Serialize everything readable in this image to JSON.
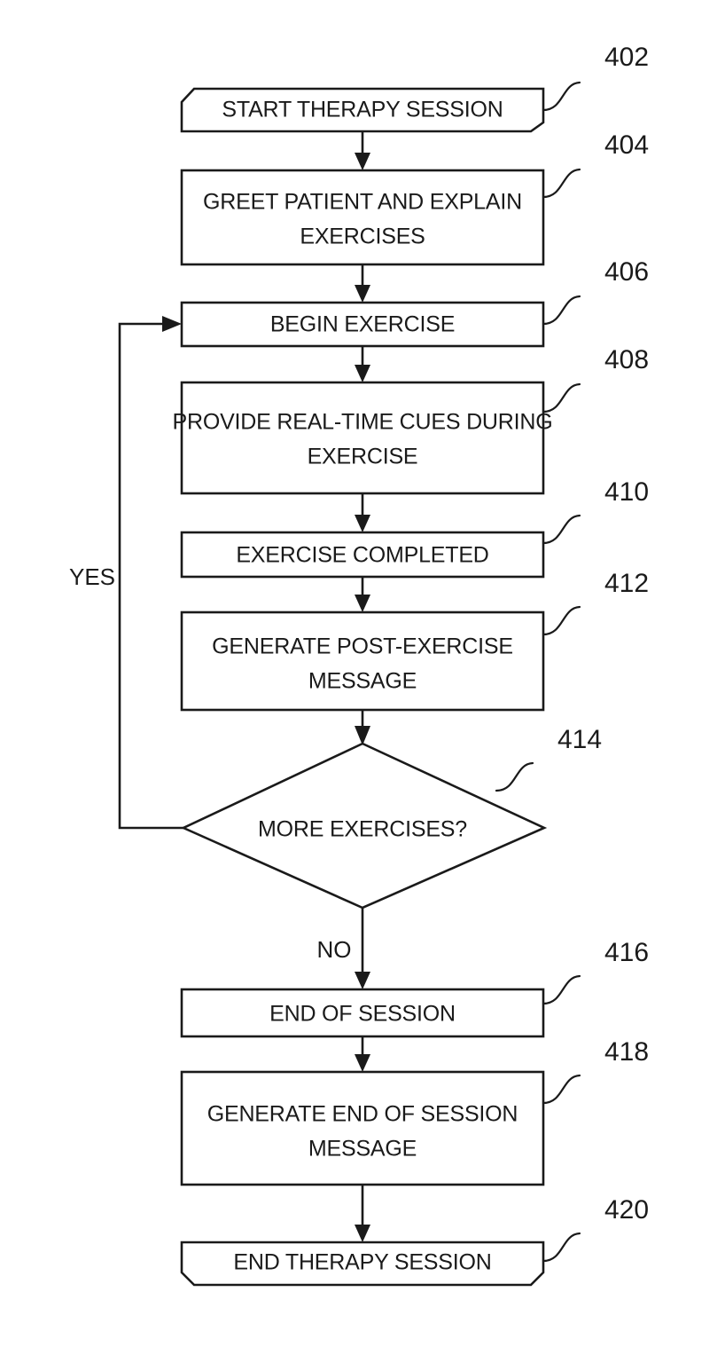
{
  "figure": {
    "type": "flowchart",
    "title": "Therapy Session Flow",
    "orientation": "vertical-top-down",
    "background_color": "#ffffff",
    "line_color": "#1a1a1a"
  },
  "nodes": [
    {
      "id": "402",
      "ref": "402",
      "shape": "terminator-pentagon-start",
      "label": "START THERAPY SESSION",
      "lines": [
        "START THERAPY SESSION"
      ]
    },
    {
      "id": "404",
      "ref": "404",
      "shape": "rectangle",
      "label": "GREET PATIENT AND EXPLAIN EXERCISES",
      "lines": [
        "GREET PATIENT AND EXPLAIN",
        "EXERCISES"
      ]
    },
    {
      "id": "406",
      "ref": "406",
      "shape": "rectangle",
      "label": "BEGIN EXERCISE",
      "lines": [
        "BEGIN EXERCISE"
      ]
    },
    {
      "id": "408",
      "ref": "408",
      "shape": "rectangle",
      "label": "PROVIDE REAL-TIME CUES DURING EXERCISE",
      "lines": [
        "PROVIDE REAL-TIME CUES DURING",
        "EXERCISE"
      ]
    },
    {
      "id": "410",
      "ref": "410",
      "shape": "rectangle",
      "label": "EXERCISE COMPLETED",
      "lines": [
        "EXERCISE COMPLETED"
      ]
    },
    {
      "id": "412",
      "ref": "412",
      "shape": "rectangle",
      "label": "GENERATE POST-EXERCISE MESSAGE",
      "lines": [
        "GENERATE POST-EXERCISE",
        "MESSAGE"
      ]
    },
    {
      "id": "414",
      "ref": "414",
      "shape": "diamond",
      "label": "MORE EXERCISES?",
      "lines": [
        "MORE EXERCISES?"
      ]
    },
    {
      "id": "416",
      "ref": "416",
      "shape": "rectangle",
      "label": "END OF SESSION",
      "lines": [
        "END OF SESSION"
      ]
    },
    {
      "id": "418",
      "ref": "418",
      "shape": "rectangle",
      "label": "GENERATE END OF SESSION MESSAGE",
      "lines": [
        "GENERATE END OF SESSION",
        "MESSAGE"
      ]
    },
    {
      "id": "420",
      "ref": "420",
      "shape": "terminator-pentagon-end",
      "label": "END THERAPY SESSION",
      "lines": [
        "END THERAPY SESSION"
      ]
    }
  ],
  "edges": [
    {
      "from": "402",
      "to": "404",
      "label": ""
    },
    {
      "from": "404",
      "to": "406",
      "label": ""
    },
    {
      "from": "406",
      "to": "408",
      "label": ""
    },
    {
      "from": "408",
      "to": "410",
      "label": ""
    },
    {
      "from": "410",
      "to": "412",
      "label": ""
    },
    {
      "from": "412",
      "to": "414",
      "label": ""
    },
    {
      "from": "414",
      "to": "406",
      "label": "YES"
    },
    {
      "from": "414",
      "to": "416",
      "label": "NO"
    },
    {
      "from": "416",
      "to": "418",
      "label": ""
    },
    {
      "from": "418",
      "to": "420",
      "label": ""
    }
  ],
  "edge_labels": {
    "yes": "YES",
    "no": "NO"
  },
  "ref_numbers": [
    "402",
    "404",
    "406",
    "408",
    "410",
    "412",
    "414",
    "416",
    "418",
    "420"
  ]
}
